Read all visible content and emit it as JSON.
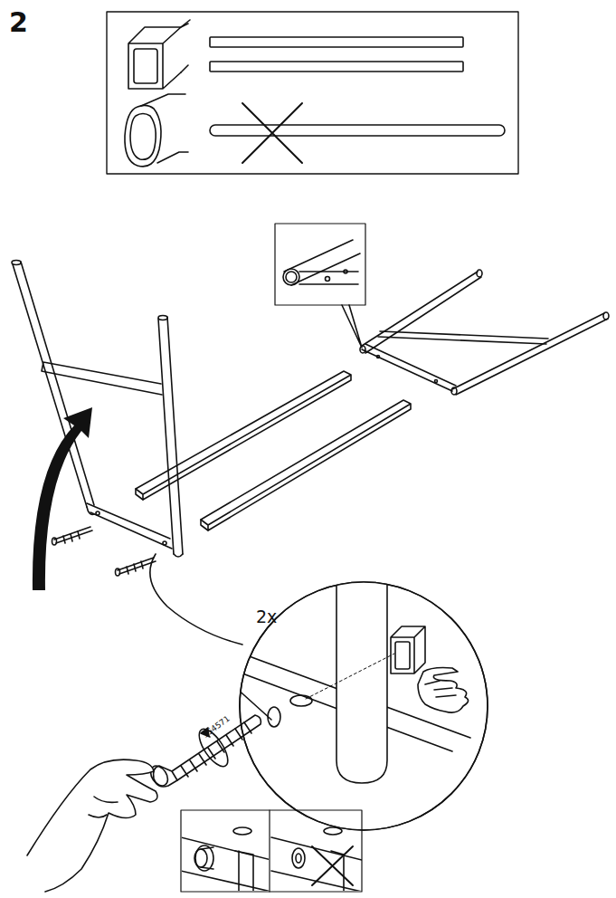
{
  "diagram": {
    "labels": [
      "2",
      "2x",
      "154571"
    ]
  }
}
